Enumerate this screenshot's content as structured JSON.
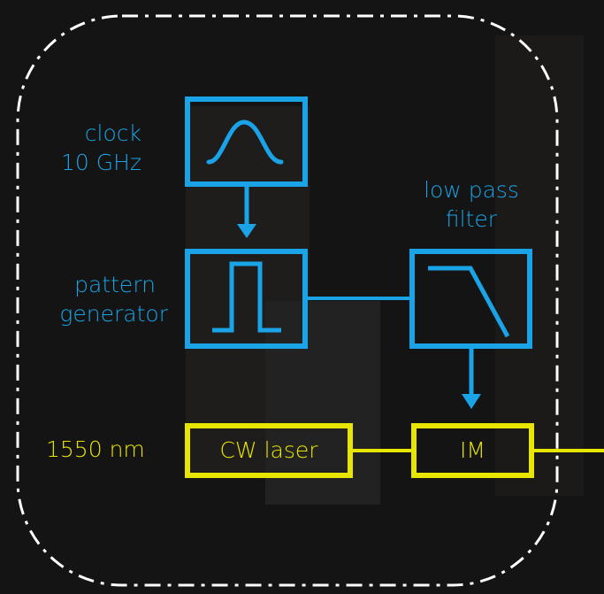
{
  "colors": {
    "signal": "#1aa3e6",
    "optical": "#e8e600",
    "enclosure": "#ffffff",
    "background": "#141414"
  },
  "labels": {
    "clock_line1": "clock",
    "clock_line2": "10 GHz",
    "pattern_line1": "pattern",
    "pattern_line2": "generator",
    "lowpass_line1": "low pass",
    "lowpass_line2": "filter",
    "wavelength": "1550 nm"
  },
  "blocks": {
    "cw_laser": "CW laser",
    "modulator": "IM"
  },
  "icons": {
    "clock": "sine-wave-icon",
    "pattern": "pulse-icon",
    "filter": "lowpass-response-icon"
  }
}
